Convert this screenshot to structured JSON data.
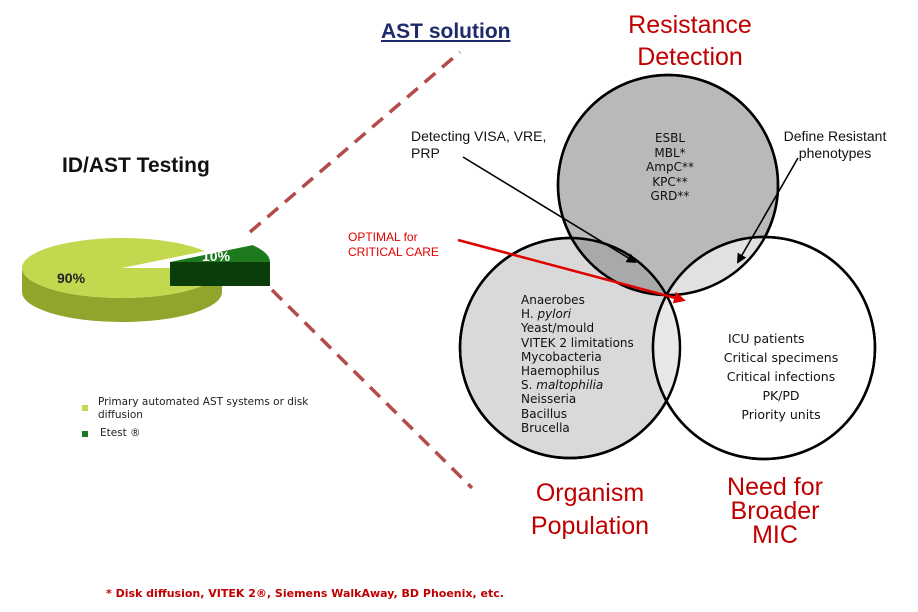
{
  "pie": {
    "title": "ID/AST Testing",
    "label_large": "90%",
    "label_small": "10%",
    "legend": [
      {
        "label_line1": "Primary automated AST systems or disk",
        "label_line2": "diffusion",
        "color": "#c2d94f"
      },
      {
        "label": "Etest ®",
        "color": "#1e7a1e"
      }
    ]
  },
  "chart_data": {
    "type": "pie",
    "title": "ID/AST Testing",
    "categories": [
      "Primary automated AST systems or disk diffusion",
      "Etest ®"
    ],
    "values": [
      90,
      10
    ],
    "unit": "%"
  },
  "ast_solution": "AST solution",
  "venn": {
    "heading_top_line1": "Resistance",
    "heading_top_line2": "Detection",
    "heading_left_line1": "Organism",
    "heading_left_line2": "Population",
    "heading_right_line1": "Need for",
    "heading_right_line2": "Broader",
    "heading_right_line3": "MIC",
    "top_items": [
      "ESBL",
      "MBL*",
      "AmpC**",
      "KPC**",
      "GRD**"
    ],
    "left_items": [
      "Anaerobes",
      "H. pylori",
      "Yeast/mould",
      "VITEK 2 limitations",
      "Mycobacteria",
      "Haemophilus",
      "S. maltophilia",
      "Neisseria",
      "Bacillus",
      "Brucella"
    ],
    "right_items": [
      "ICU patients",
      "Critical specimens",
      "Critical infections",
      "PK/PD",
      "Priority units"
    ]
  },
  "callouts": {
    "detecting_line1": "Detecting VISA, VRE,",
    "detecting_line2": "PRP",
    "define_line1": "Define Resistant",
    "define_line2": "phenotypes",
    "optimal_line1": "OPTIMAL  for",
    "optimal_line2": "CRITICAL  CARE"
  },
  "footnote": "* Disk diffusion, VITEK 2®, Siemens WalkAway, BD Phoenix, etc.",
  "colors": {
    "pie_light": "#c2d94f",
    "pie_dark": "#1e7a1e",
    "heading_red": "#c00000",
    "dashed_line": "#b54a4a",
    "circle_top_fill": "#b9b9b9",
    "circle_left_fill": "#d9d9d9",
    "circle_right_fill": "#ffffff"
  }
}
